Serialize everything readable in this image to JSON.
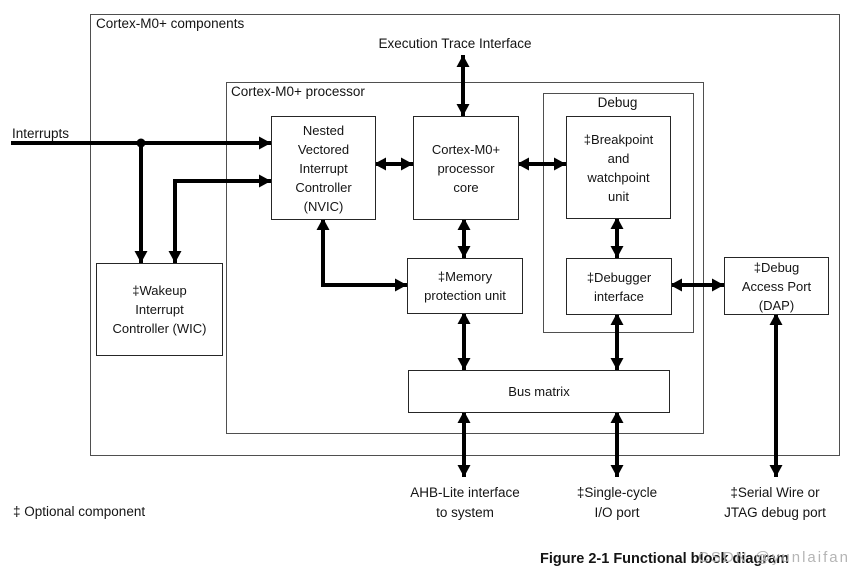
{
  "diagram": {
    "containers": {
      "components": "Cortex-M0+ components",
      "processor": "Cortex-M0+ processor",
      "debug": "Debug"
    },
    "blocks": {
      "nvic": "Nested\nVectored\nInterrupt\nController\n(NVIC)",
      "core": "Cortex-M0+\nprocessor\ncore",
      "breakpoint": "‡Breakpoint\nand\nwatchpoint\nunit",
      "mpu": "‡Memory\nprotection unit",
      "debugger_interface": "‡Debugger\ninterface",
      "dap": "‡Debug\nAccess Port\n(DAP)",
      "wic": "‡Wakeup\nInterrupt\nController (WIC)",
      "bus_matrix": "Bus matrix"
    },
    "external_labels": {
      "interrupts": "Interrupts",
      "execution_trace": "Execution Trace Interface",
      "ahb": "AHB-Lite interface\nto system",
      "single_cycle": "‡Single-cycle\nI/O port",
      "serial_wire": "‡Serial Wire or\nJTAG debug port",
      "optional_note": "‡ Optional component"
    },
    "caption": "Figure 2-1 Functional block diagram",
    "watermark": "CSDN @yunlaifan",
    "colors": {
      "background": "#ffffff",
      "line": "#000000",
      "container_border": "#4f4f4f",
      "block_border": "#262626",
      "text": "#141414",
      "watermark": "#b5b5b5"
    }
  }
}
